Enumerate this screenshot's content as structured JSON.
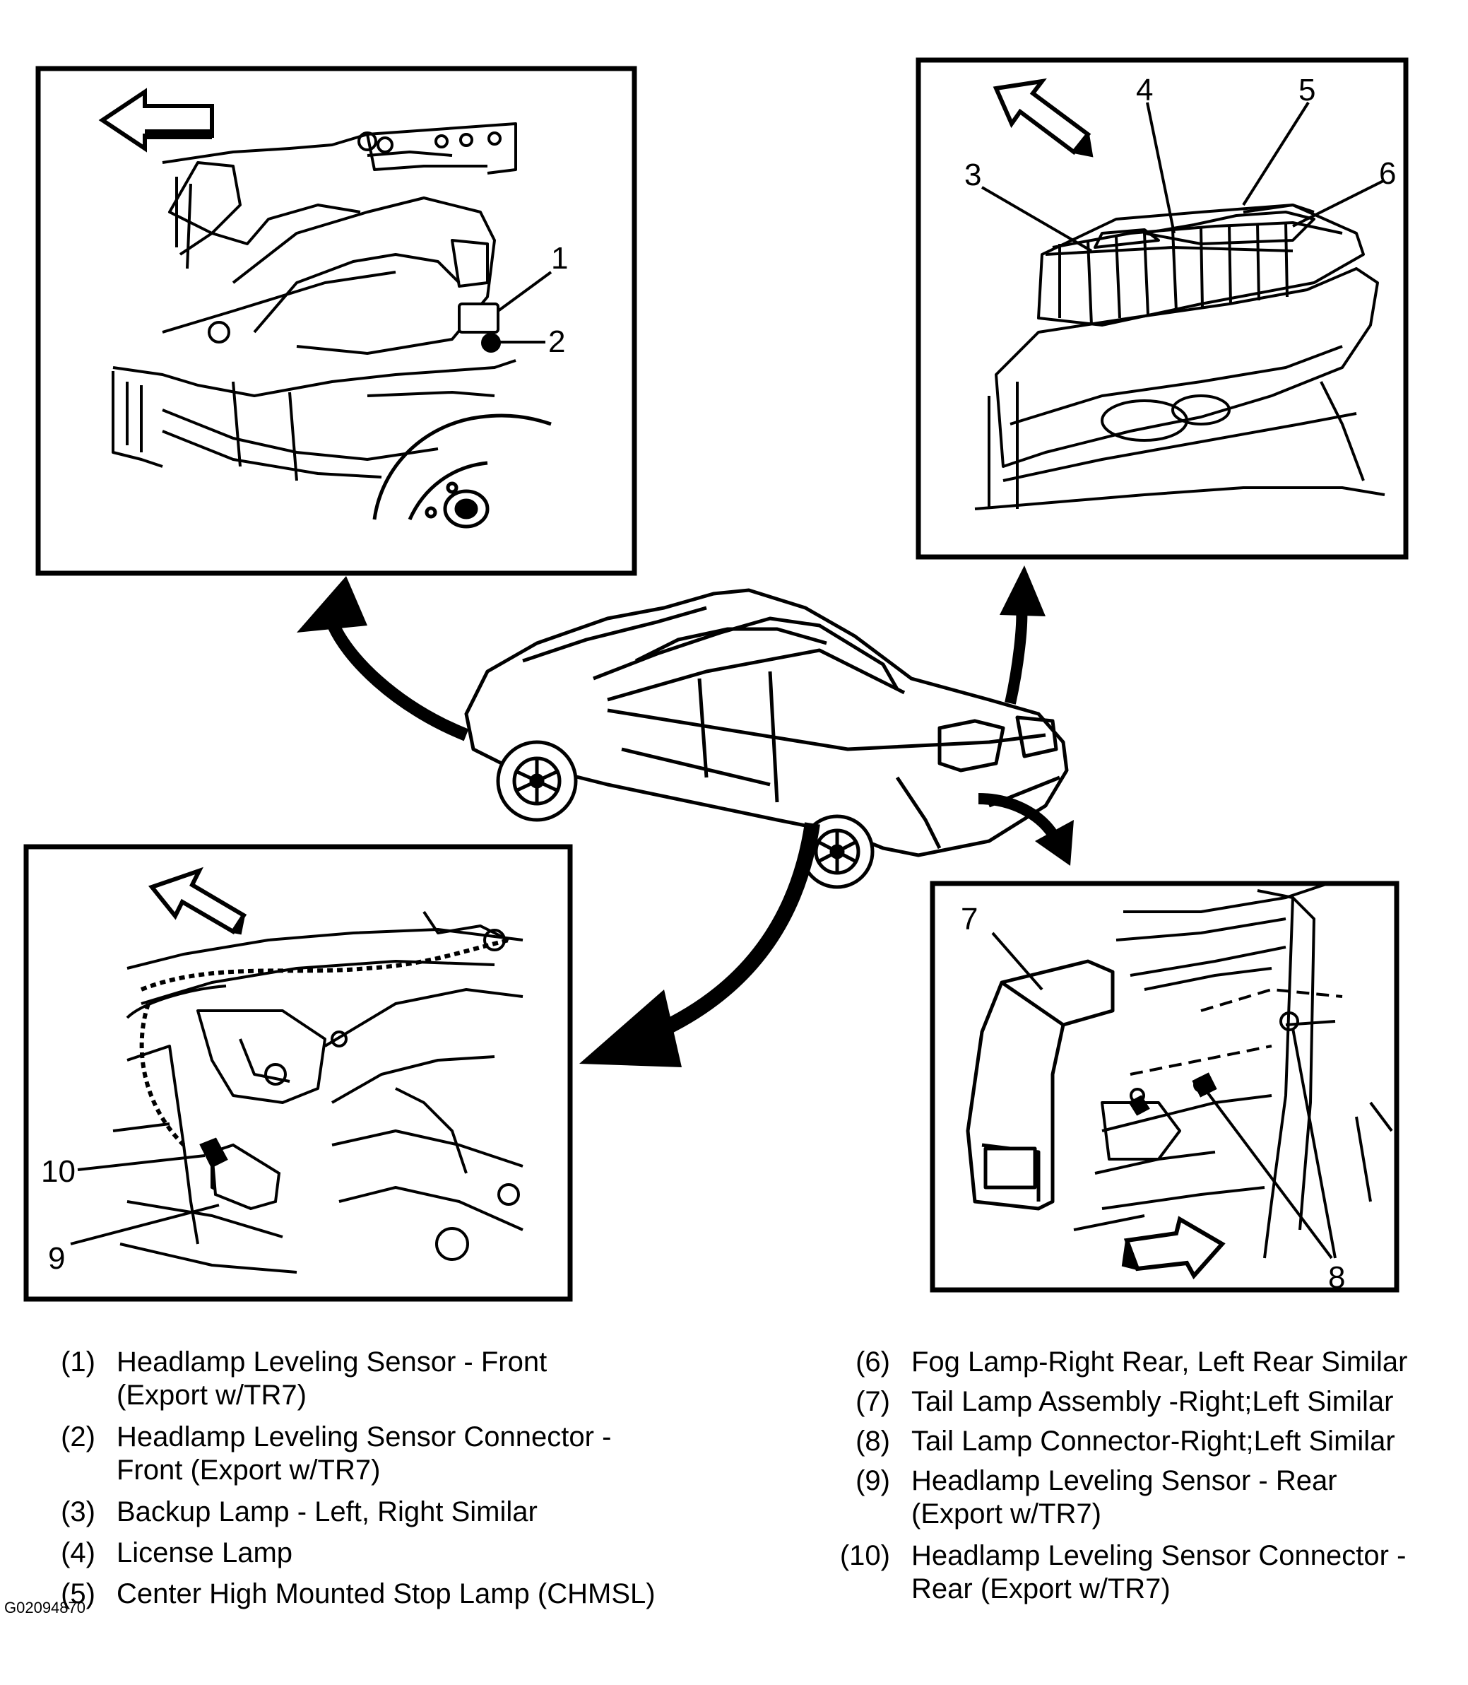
{
  "callouts": {
    "c1": "1",
    "c2": "2",
    "c3": "3",
    "c4": "4",
    "c5": "5",
    "c6": "6",
    "c7": "7",
    "c8": "8",
    "c9": "9",
    "c10": "10"
  },
  "legend_left": [
    {
      "num": "(1)",
      "line1": "Headlamp Leveling Sensor - Front",
      "line2": "(Export w/TR7)"
    },
    {
      "num": "(2)",
      "line1": "Headlamp Leveling Sensor Connector -",
      "line2": "Front (Export w/TR7)"
    },
    {
      "num": "(3)",
      "line1": "Backup Lamp - Left, Right Similar",
      "line2": ""
    },
    {
      "num": "(4)",
      "line1": "License Lamp",
      "line2": ""
    },
    {
      "num": "(5)",
      "line1": "Center High Mounted Stop Lamp (CHMSL)",
      "line2": ""
    }
  ],
  "legend_right": [
    {
      "num": "(6)",
      "line1": "Fog Lamp-Right Rear, Left Rear Similar",
      "line2": ""
    },
    {
      "num": "(7)",
      "line1": "Tail Lamp Assembly -Right;Left Similar",
      "line2": ""
    },
    {
      "num": "(8)",
      "line1": "Tail Lamp Connector-Right;Left Similar",
      "line2": ""
    },
    {
      "num": "(9)",
      "line1": "Headlamp Leveling Sensor - Rear",
      "line2": "(Export w/TR7)"
    },
    {
      "num": "(10)",
      "line1": "Headlamp Leveling Sensor Connector -",
      "line2": "Rear (Export w/TR7)"
    }
  ],
  "figure_id": "G02094870"
}
